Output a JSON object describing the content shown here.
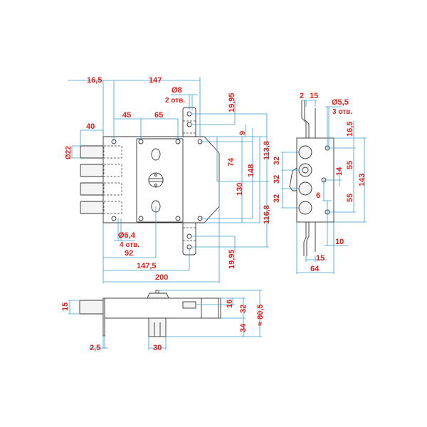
{
  "colors": {
    "outline": "#333333",
    "dimension_line": "#3b9ccc",
    "dimension_text": "#e0201b"
  },
  "front_view": {
    "dims": {
      "d16_5": "16,5",
      "d147": "147",
      "hole8": "Ø8",
      "holes2": "2 отв.",
      "d19_95_top": "19,95",
      "d45": "45",
      "d65": "65",
      "d40": "40",
      "d22": "Ø22",
      "d9": "9",
      "d74": "74",
      "d148": "148",
      "d113_8": "113,8",
      "d130": "130",
      "d116_8": "116,8",
      "d19_95_bot": "19,95",
      "hole6_4": "Ø6,4",
      "holes4": "4 отв.",
      "d92": "92",
      "d147_5": "147,5",
      "d200": "200"
    }
  },
  "side_view": {
    "dims": {
      "d2": "2",
      "d15_top": "15",
      "hole5_5": "Ø5,5",
      "holes3": "3 отв.",
      "d16_5": "16,5",
      "d55_a": "55",
      "d14": "14",
      "d143": "143",
      "d6": "6",
      "d55_b": "55",
      "d10": "10",
      "d15_bot": "15",
      "d64": "64",
      "d32_a": "32",
      "d32_b": "32",
      "d32_c": "32"
    }
  },
  "bottom_view": {
    "dims": {
      "d15": "15",
      "d16": "16",
      "d32": "32",
      "d80_5": "≈ 80,5",
      "d34": "34",
      "d2_5": "2,5",
      "d30": "30"
    }
  }
}
